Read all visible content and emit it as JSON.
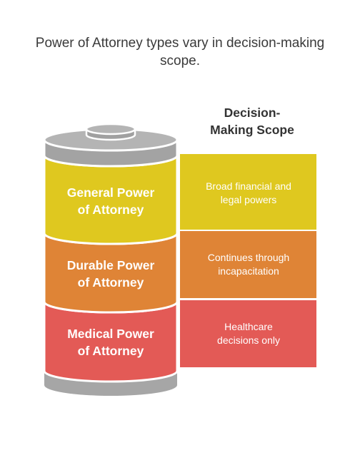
{
  "title": "Power of Attorney types vary in decision-making scope.",
  "header": {
    "line1": "Decision-",
    "line2": "Making Scope"
  },
  "segments": [
    {
      "name": "General Power of Attorney",
      "line1": "General Power",
      "line2": "of Attorney",
      "desc1": "Broad financial and",
      "desc2": "legal powers",
      "color": "#dfc81f"
    },
    {
      "name": "Durable Power of Attorney",
      "line1": "Durable Power",
      "line2": "of Attorney",
      "desc1": "Continues through",
      "desc2": "incapacitation",
      "color": "#df8436"
    },
    {
      "name": "Medical Power of Attorney",
      "line1": "Medical Power",
      "line2": "of Attorney",
      "desc1": "Healthcare",
      "desc2": "decisions only",
      "color": "#e35a56"
    }
  ],
  "colors": {
    "cap": "#a8a8a8",
    "cap_dark": "#8c8c8c",
    "outline": "#ffffff"
  }
}
